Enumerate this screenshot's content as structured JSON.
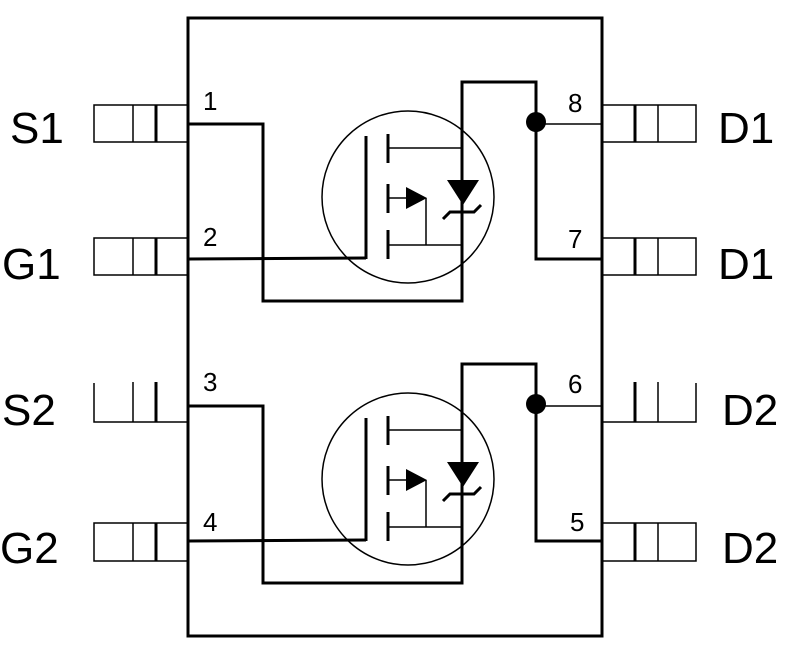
{
  "pins_left": [
    {
      "name": "S1",
      "number": "1"
    },
    {
      "name": "G1",
      "number": "2"
    },
    {
      "name": "S2",
      "number": "3"
    },
    {
      "name": "G2",
      "number": "4"
    }
  ],
  "pins_right": [
    {
      "name": "D1",
      "number": "8"
    },
    {
      "name": "D1",
      "number": "7"
    },
    {
      "name": "D2",
      "number": "6"
    },
    {
      "name": "D2",
      "number": "5"
    }
  ]
}
